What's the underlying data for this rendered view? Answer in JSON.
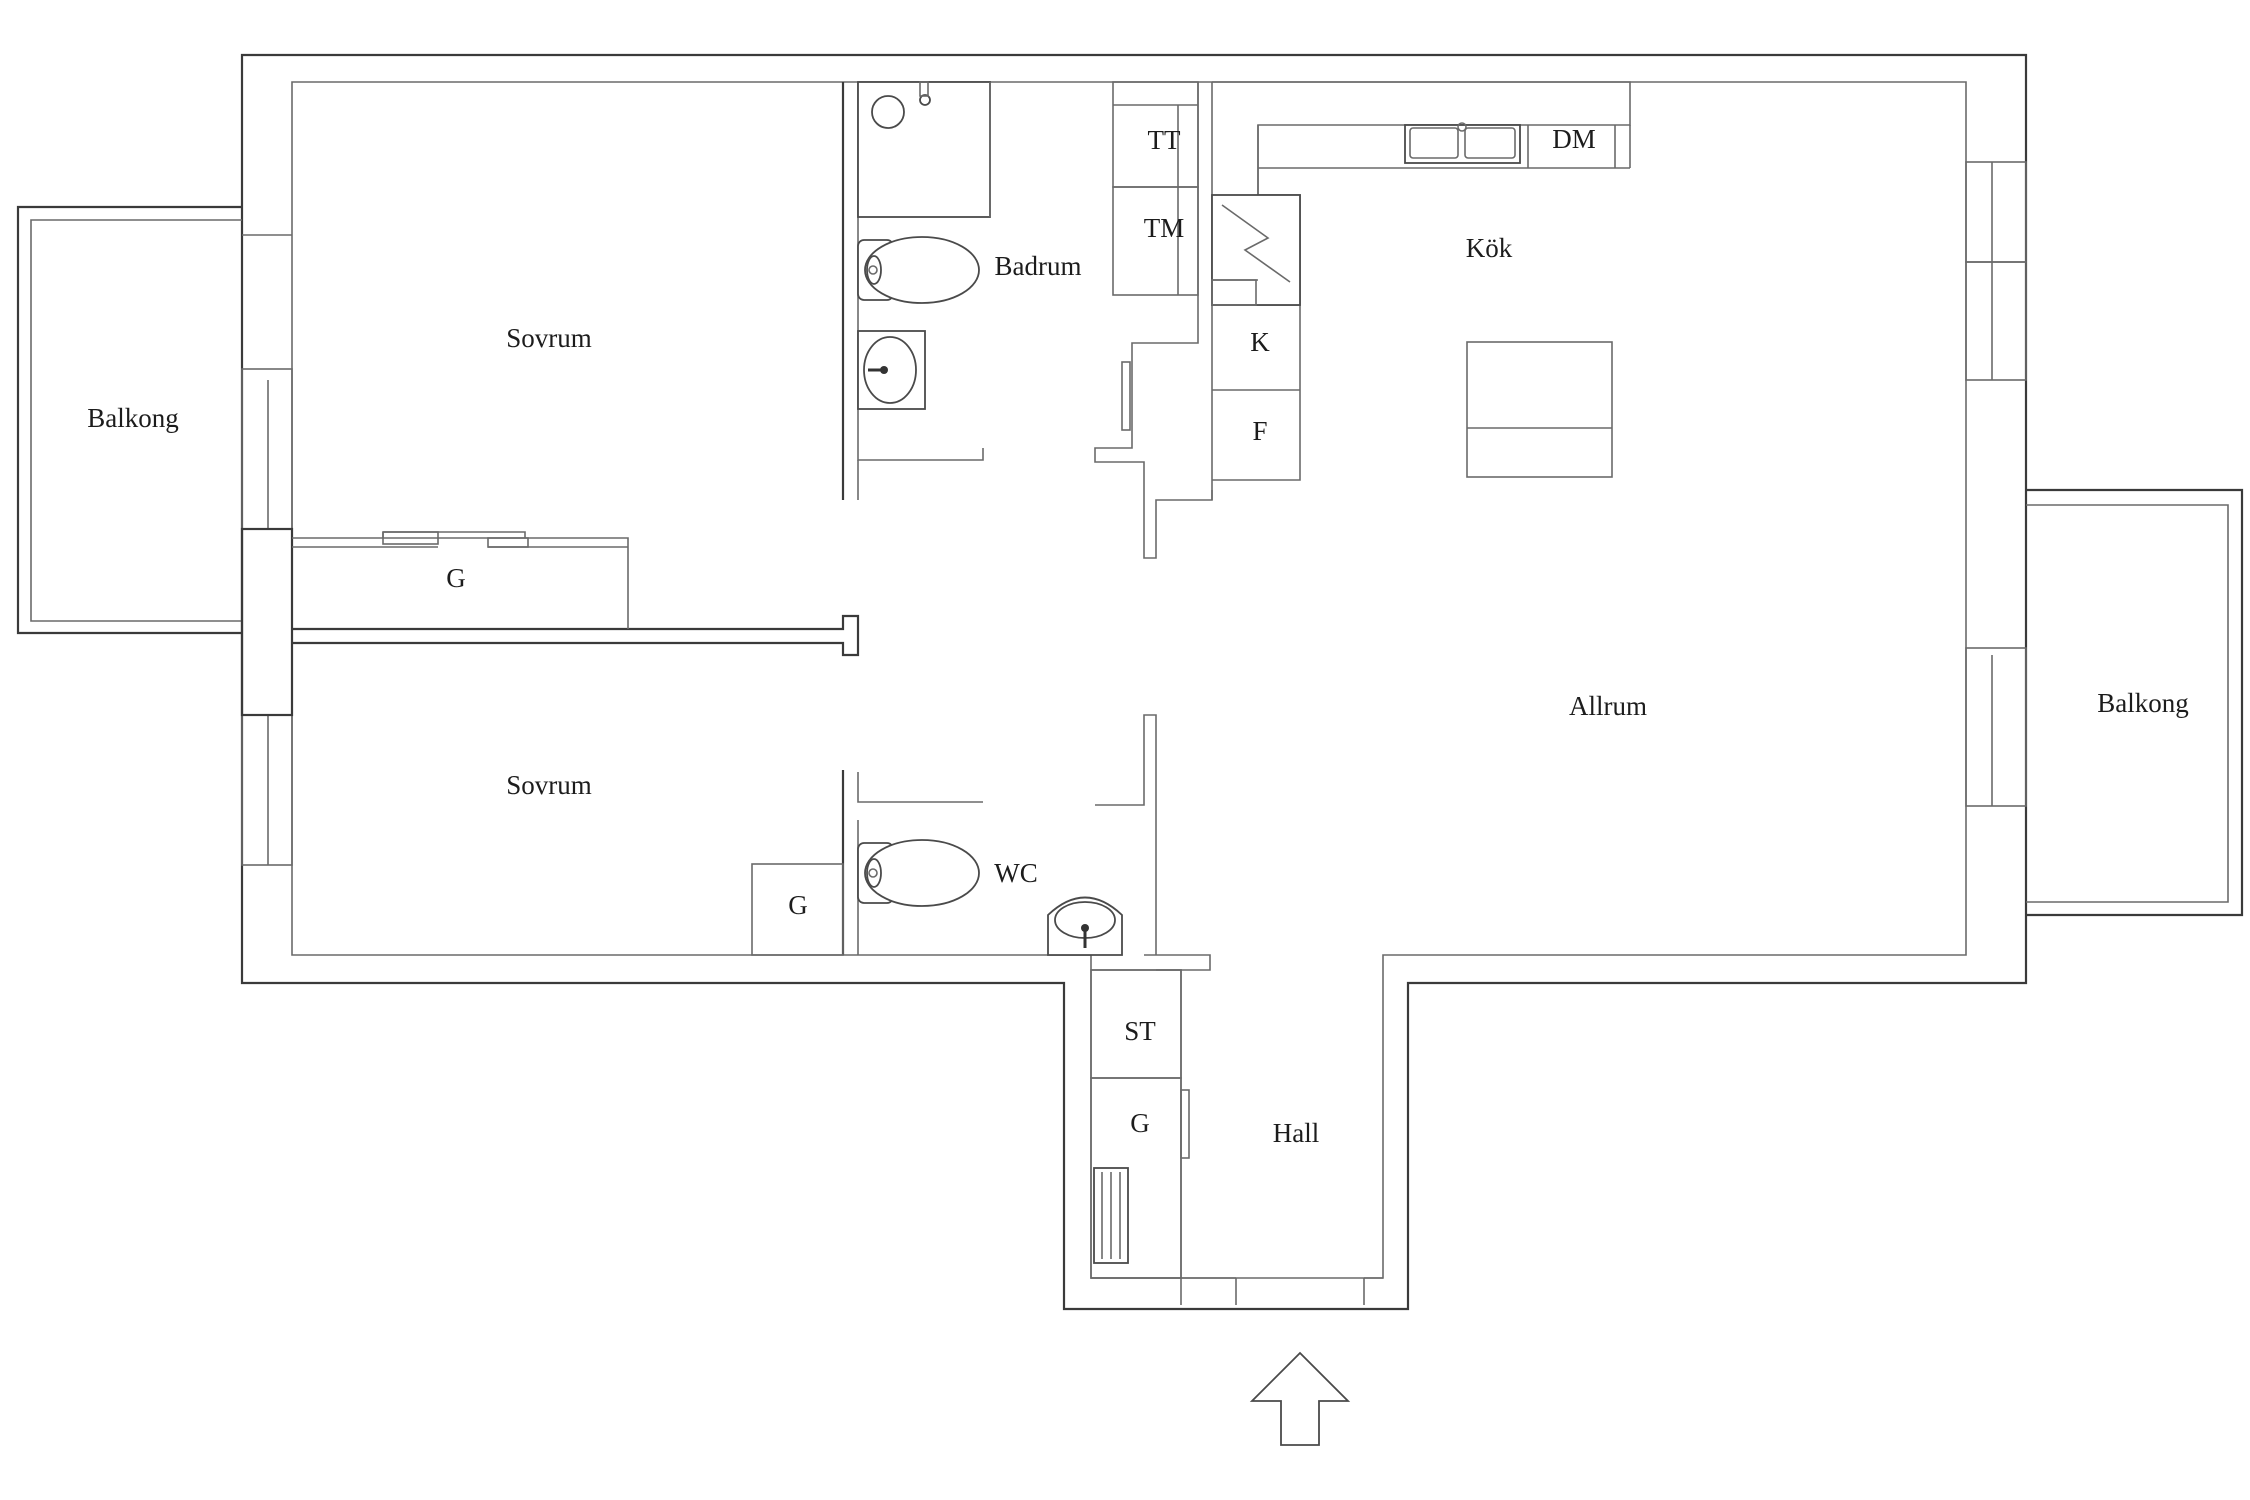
{
  "rooms": {
    "balkong_left": "Balkong",
    "sovrum_top": "Sovrum",
    "sovrum_bottom": "Sovrum",
    "badrum": "Badrum",
    "kok": "Kök",
    "allrum": "Allrum",
    "balkong_right": "Balkong",
    "wc": "WC",
    "hall": "Hall"
  },
  "fixtures": {
    "tt": "TT",
    "tm": "TM",
    "dm": "DM",
    "k": "K",
    "f": "F",
    "g_wardrobe_top": "G",
    "g_wardrobe_bottom": "G",
    "st": "ST",
    "g_hall": "G"
  },
  "icons": {
    "entrance": "entrance-arrow-icon",
    "toilet": "toilet-icon",
    "sink": "sink-icon",
    "stove": "stove-icon",
    "radiator": "radiator-icon"
  }
}
